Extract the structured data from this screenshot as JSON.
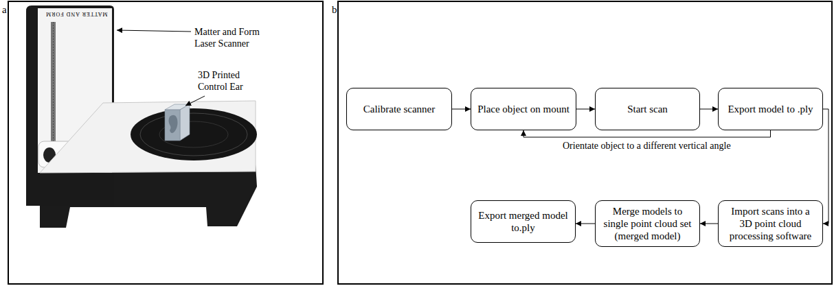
{
  "diagram": {
    "nodes": [
      {
        "text": [
          "Calibrate scanner"
        ]
      },
      {
        "text": [
          "Place object on mount"
        ]
      },
      {
        "text": [
          "Start scan"
        ]
      },
      {
        "text": [
          "Export model to .ply"
        ]
      },
      {
        "text": [
          "Import scans into a 3D point cloud processing software"
        ]
      },
      {
        "text": [
          "Merge models to single point cloud set (merged model)"
        ]
      },
      {
        "text": [
          "Export merged model to.ply"
        ]
      }
    ],
    "edges": [
      {
        "from": 0,
        "to": 1,
        "arrow": "to"
      },
      {
        "from": 1,
        "to": 2,
        "arrow": "to"
      },
      {
        "from": 2,
        "to": 3,
        "arrow": "to"
      },
      {
        "from": 3,
        "to": 1,
        "label": "Orientate object to a different vertical angle",
        "arrow": "to"
      },
      {
        "from": 3,
        "to": 4,
        "arrow": "to"
      },
      {
        "from": 4,
        "to": 5,
        "arrow": "to"
      },
      {
        "from": 5,
        "to": 6,
        "arrow": "to"
      }
    ],
    "labels": [
      "a",
      "MATTER AND FORM",
      "Matter and Form Laser Scanner",
      "3D Printed Control Ear",
      "b"
    ]
  }
}
